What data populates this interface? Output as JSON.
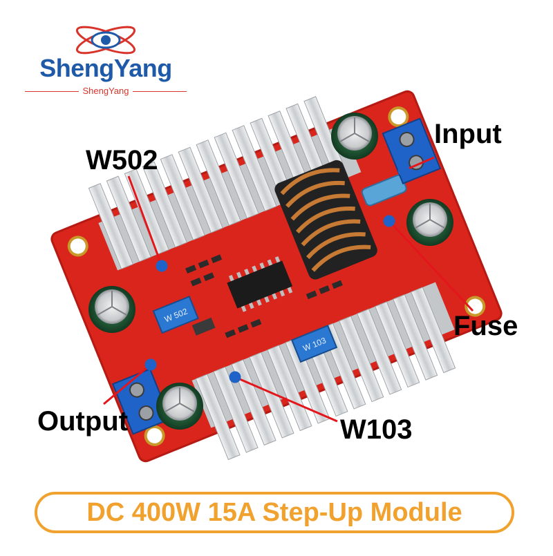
{
  "brand": {
    "name": "ShengYang",
    "tagline": "ShengYang"
  },
  "labels": {
    "w502": "W502",
    "input": "Input",
    "fuse": "Fuse",
    "output": "Output",
    "w103": "W103"
  },
  "board_marks": {
    "pot_left": "W 502",
    "pot_right": "W 103"
  },
  "caption": "DC 400W 15A Step-Up Module",
  "colors": {
    "pcb": "#d9251c",
    "heatsink": "#d6d8da",
    "terminal": "#1f63c8",
    "pointer": "#e3161c",
    "caption": "#f0a12e",
    "brand_blue": "#1f5aa8",
    "brand_red": "#d9342b"
  }
}
